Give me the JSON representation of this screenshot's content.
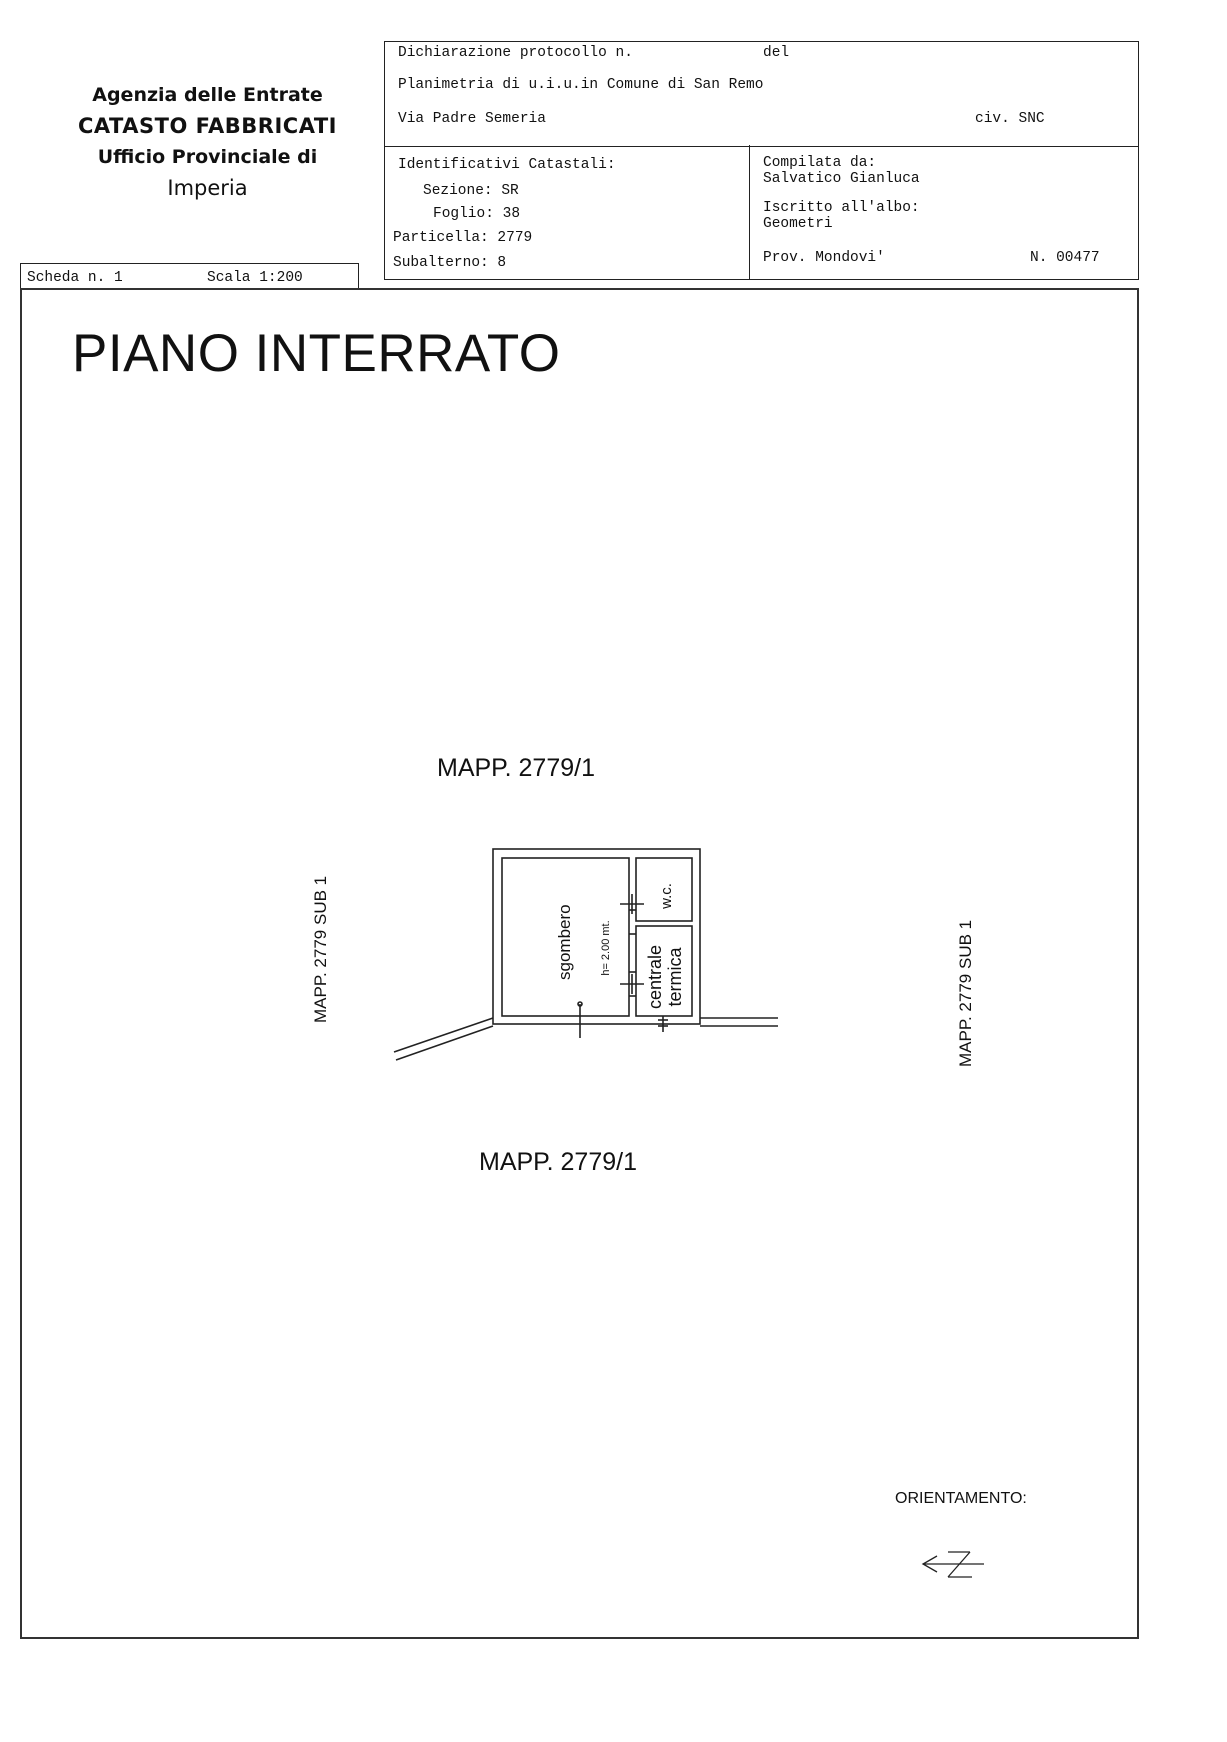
{
  "agency": {
    "line1": "Agenzia delle Entrate",
    "line2": "CATASTO FABBRICATI",
    "line3": "Ufficio Provinciale di",
    "line4": "Imperia"
  },
  "header": {
    "dichiarazione": "Dichiarazione protocollo n.",
    "del": "del",
    "planimetria": "Planimetria di u.i.u.in Comune di San Remo",
    "via": "Via Padre Semeria",
    "civ": "civ. SNC"
  },
  "identificativi": {
    "title": "Identificativi Catastali:",
    "sezione": "Sezione: SR",
    "foglio": "Foglio: 38",
    "particella": "Particella: 2779",
    "subalterno": "Subalterno: 8"
  },
  "compilata": {
    "label": "Compilata da:",
    "name": "Salvatico Gianluca",
    "iscritto": "Iscritto all'albo:",
    "albo": "Geometri",
    "prov": "Prov. Mondovi'",
    "numero": "N. 00477"
  },
  "scheda": {
    "scheda": "Scheda n. 1",
    "scala": "Scala 1:200"
  },
  "plan": {
    "title": "PIANO INTERRATO",
    "mapp_top": "MAPP. 2779/1",
    "mapp_bottom": "MAPP. 2779/1",
    "mapp_left": "MAPP. 2779 SUB 1",
    "mapp_right": "MAPP. 2779 SUB 1",
    "room_sgombero": "sgombero",
    "height": "h= 2.00 mt.",
    "room_wc": "w.c.",
    "room_centrale": "centrale",
    "room_termica": "termica",
    "orientamento": "ORIENTAMENTO:"
  }
}
